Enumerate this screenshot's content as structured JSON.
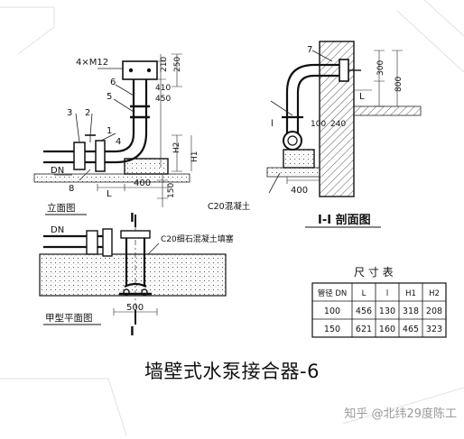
{
  "labels": {
    "bolt": "4×M12",
    "d210": "210",
    "d250": "250",
    "d410": "410",
    "d450": "450",
    "n6": "6",
    "n5": "5",
    "n3": "3",
    "n2": "2",
    "n1": "1",
    "n4": "4",
    "n8": "8",
    "n7": "7",
    "dn1": "DN",
    "dn2": "DN",
    "h2": "H2",
    "h1": "H1",
    "d150": "150",
    "L1": "L",
    "d400a": "400",
    "d300": "300",
    "d800": "800",
    "L2": "L",
    "l2": "l",
    "d100": "100",
    "d240": "240",
    "d400b": "400",
    "c20a": "C20混凝土",
    "c20b": "C20细石混凝土填塞",
    "elev_title": "立面图",
    "section_title": "I-I 剖面图",
    "plan_title": "甲型平面图",
    "sec_mark_top": "I",
    "sec_mark_bottom": "I",
    "d500": "500"
  },
  "table": {
    "title": "尺 寸 表",
    "headers": [
      "管径 DN",
      "L",
      "l",
      "H1",
      "H2"
    ],
    "rows": [
      [
        "100",
        "456",
        "130",
        "318",
        "208"
      ],
      [
        "150",
        "621",
        "160",
        "465",
        "323"
      ]
    ]
  },
  "caption": "墙壁式水泵接合器-6",
  "watermark": "知乎 @北纬29度陈工"
}
